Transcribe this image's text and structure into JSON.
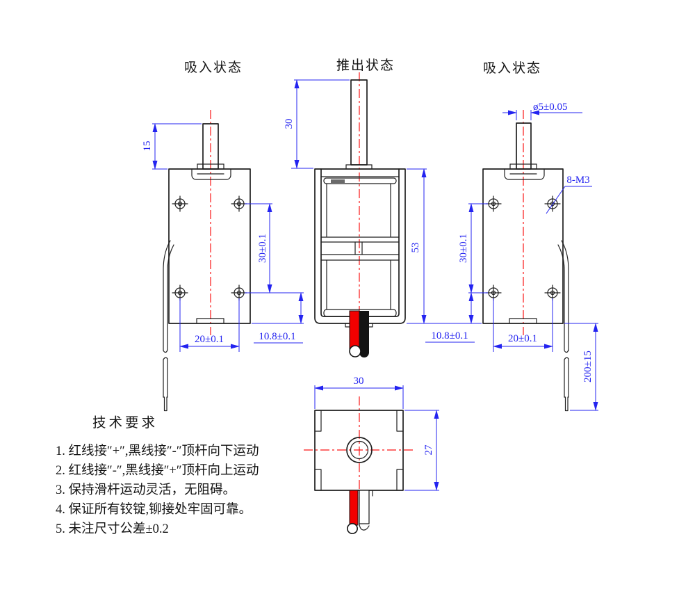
{
  "views": {
    "left": {
      "title": "吸入状态",
      "dim_shaft_height": "15",
      "dim_hole_spacing_v": "30±0.1",
      "dim_hole_spacing_h": "20±0.1",
      "dim_hole_to_bottom": "10.8±0.1"
    },
    "center": {
      "title": "推出状态",
      "dim_stroke": "30",
      "dim_body_height": "53"
    },
    "right": {
      "title": "吸入状态",
      "dim_shaft_dia": "ø5±0.05",
      "dim_thread": "8-M3",
      "dim_hole_spacing_v": "30±0.1",
      "dim_hole_spacing_h": "20±0.1",
      "dim_hole_to_bottom": "10.8±0.1",
      "dim_lead_length": "200±15"
    },
    "bottom": {
      "dim_width": "30",
      "dim_depth": "27"
    }
  },
  "notes": {
    "title": "技术要求",
    "items": [
      "1. 红线接″+″,黑线接″-″顶杆向下运动",
      "2. 红线接″-″,黑线接″+″顶杆向上运动",
      "3. 保持滑杆运动灵活，无阻碍。",
      "4. 保证所有铰锭,铆接处牢固可靠。",
      "5. 未注尺寸公差±0.2"
    ]
  },
  "colors": {
    "dimension_blue": "#2323f0",
    "centerline_red": "#fa1414",
    "outline_black": "#1f1f1f",
    "wire_red": "#f20000",
    "wire_black": "#141414"
  }
}
